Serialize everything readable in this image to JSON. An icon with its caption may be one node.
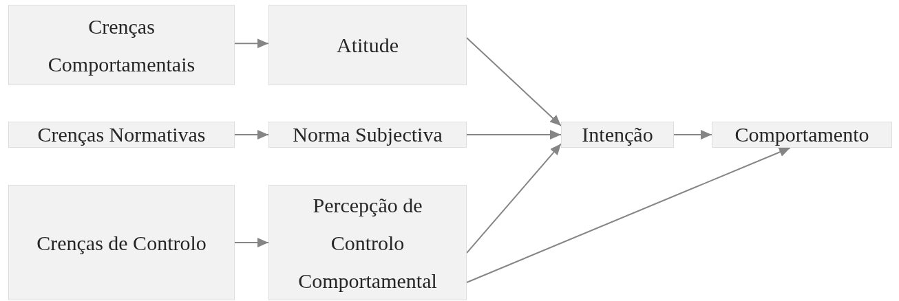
{
  "diagram": {
    "nodes": [
      {
        "text": [
          "Crenças Comportamentais"
        ]
      },
      {
        "text": [
          "Atitude"
        ]
      },
      {
        "text": [
          "Crenças Normativas"
        ]
      },
      {
        "text": [
          "Norma Subjectiva"
        ]
      },
      {
        "text": [
          "Intenção"
        ]
      },
      {
        "text": [
          "Comportamento"
        ]
      },
      {
        "text": [
          "Crenças de Controlo"
        ]
      },
      {
        "text": [
          "Percepção de Controlo Comportamental"
        ]
      }
    ],
    "edges": [
      {
        "from": 0,
        "to": 1,
        "arrow": "to"
      },
      {
        "from": 1,
        "to": 4,
        "arrow": "to"
      },
      {
        "from": 2,
        "to": 3,
        "arrow": "to"
      },
      {
        "from": 3,
        "to": 4,
        "arrow": "to"
      },
      {
        "from": 7,
        "to": 4,
        "arrow": "to"
      },
      {
        "from": 4,
        "to": 5,
        "arrow": "to"
      },
      {
        "from": 7,
        "to": 5,
        "arrow": "to"
      },
      {
        "from": 6,
        "to": 7,
        "arrow": "to"
      }
    ]
  }
}
